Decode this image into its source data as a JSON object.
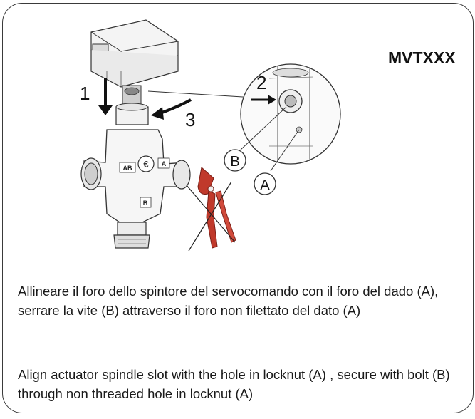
{
  "model_code": "MVTXXX",
  "steps": [
    "1",
    "2",
    "3"
  ],
  "parts": {
    "locknut": "A",
    "bolt": "B"
  },
  "valve_port_labels": [
    "AB",
    "A",
    "B"
  ],
  "instructions": {
    "italian": "Allineare il foro dello spintore del servocomando con il foro del dado (A), serrare la vite (B) attraverso il foro non filettato del dato (A)",
    "english": "Align actuator spindle slot with the hole in locknut (A) , secure with bolt (B) through non threaded hole in locknut (A)"
  },
  "colors": {
    "wrench": "#c0392b",
    "border": "#3a3a3a",
    "text": "#1a1a1a"
  }
}
